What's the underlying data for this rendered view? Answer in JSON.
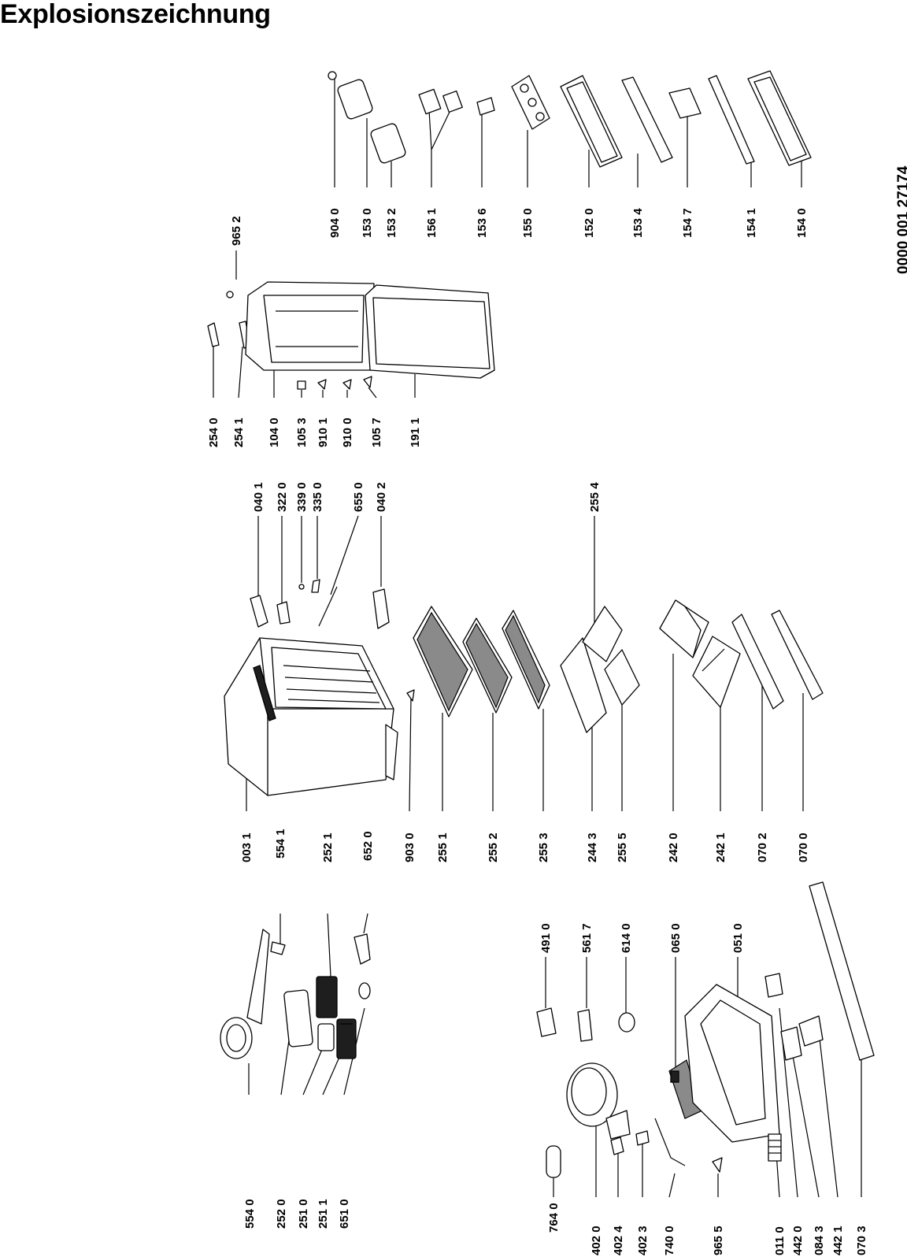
{
  "title": "Explosionszeichnung",
  "document_number": "0000 001 27174",
  "part_numbers": [
    "554 0",
    "252 0",
    "251 0",
    "251 1",
    "651 0",
    "554 1",
    "252 1",
    "652 0",
    "764 0",
    "402 0",
    "402 4",
    "402 3",
    "740 0",
    "965 5",
    "011 0",
    "442 0",
    "084 3",
    "442 1",
    "070 3",
    "491 0",
    "561 7",
    "614 0",
    "065 0",
    "051 0",
    "003 1",
    "903 0",
    "255 1",
    "255 2",
    "255 3",
    "244 3",
    "255 5",
    "242 0",
    "242 1",
    "070 2",
    "070 0",
    "040 1",
    "322 0",
    "339 0",
    "335 0",
    "655 0",
    "040 2",
    "255 4",
    "254 0",
    "254 1",
    "104 0",
    "105 3",
    "910 1",
    "910 0",
    "105 7",
    "191 1",
    "965 2",
    "904 0",
    "153 0",
    "153 2",
    "156 1",
    "153 6",
    "155 0",
    "152 0",
    "153 4",
    "154 7",
    "154 1",
    "154 0"
  ]
}
